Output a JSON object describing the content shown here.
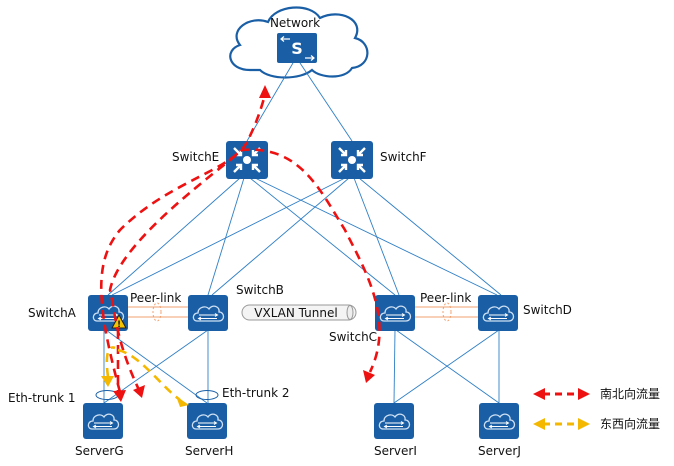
{
  "network": {
    "label": "Network",
    "icon": "router-s-icon"
  },
  "switches": {
    "e": "SwitchE",
    "f": "SwitchF",
    "a": "SwitchA",
    "b": "SwitchB",
    "c": "SwitchC",
    "d": "SwitchD"
  },
  "servers": {
    "g": "ServerG",
    "h": "ServerH",
    "i": "ServerI",
    "j": "ServerJ"
  },
  "peer_link_left": "Peer-link",
  "peer_link_right": "Peer-link",
  "vxlan_tunnel": "VXLAN Tunnel",
  "eth_trunk_1": "Eth-trunk 1",
  "eth_trunk_2": "Eth-trunk 2",
  "legend": {
    "north_south": {
      "label": "南北向流量",
      "color": "#ee1111"
    },
    "east_west": {
      "label": "东西向流量",
      "color": "#f5b800"
    }
  },
  "colors": {
    "device": "#1a5fa6",
    "link": "#2f7fc6",
    "peer_link": "#f0a070"
  }
}
